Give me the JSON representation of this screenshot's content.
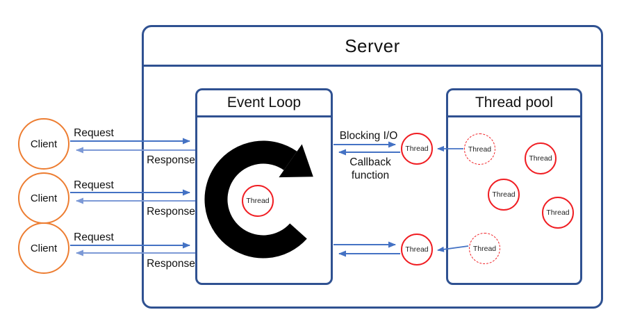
{
  "colors": {
    "box_border": "#2F5191",
    "arrow_primary": "#4472C4",
    "arrow_response": "#7C99D6",
    "client_stroke": "#ED7D31",
    "thread_stroke": "#F01E23",
    "loop_arrow": "#000000"
  },
  "server": {
    "title": "Server"
  },
  "event_loop": {
    "title": "Event Loop",
    "thread": {
      "label": "Thread"
    }
  },
  "thread_pool": {
    "title": "Thread pool",
    "threads": [
      {
        "label": "Thread",
        "style": "dashed"
      },
      {
        "label": "Thread",
        "style": "solid"
      },
      {
        "label": "Thread",
        "style": "solid"
      },
      {
        "label": "Thread",
        "style": "solid"
      },
      {
        "label": "Thread",
        "style": "dashed"
      }
    ]
  },
  "workers": [
    {
      "label": "Thread"
    },
    {
      "label": "Thread"
    }
  ],
  "clients": [
    {
      "label": "Client",
      "request_label": "Request",
      "response_label": "Response"
    },
    {
      "label": "Client",
      "request_label": "Request",
      "response_label": "Response"
    },
    {
      "label": "Client",
      "request_label": "Request",
      "response_label": "Response"
    }
  ],
  "io_labels": {
    "blocking": "Blocking I/O",
    "callback_line1": "Callback",
    "callback_line2": "function"
  }
}
